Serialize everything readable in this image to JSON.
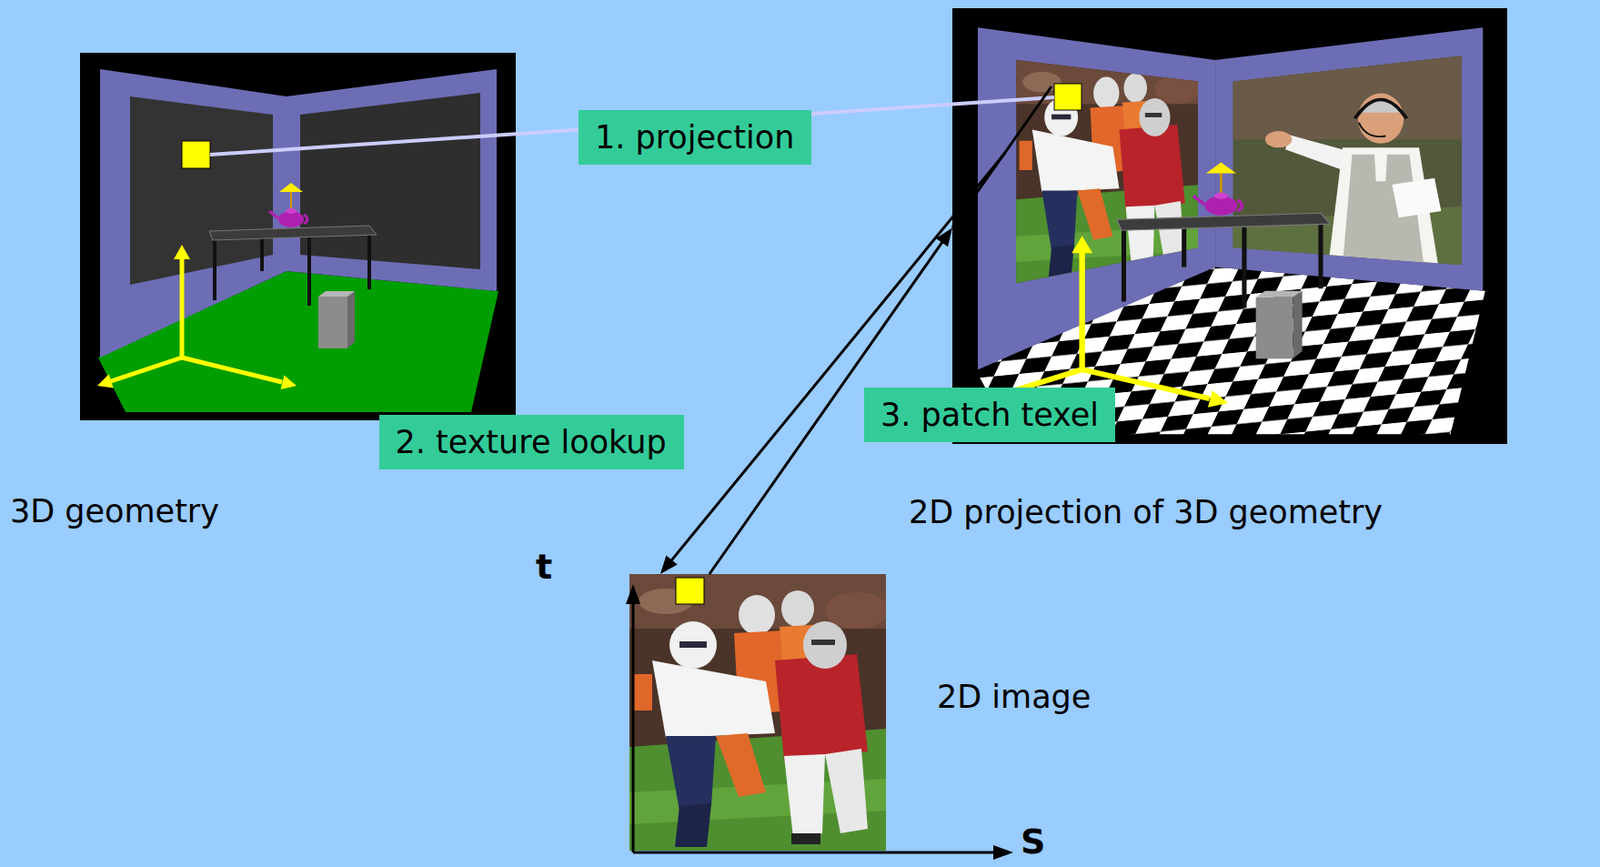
{
  "diagram": {
    "nodes": [
      {
        "text": [
          "3D geometry"
        ]
      },
      {
        "text": [
          "1. projection"
        ]
      },
      {
        "text": [
          "2D projection of 3D geometry"
        ]
      },
      {
        "text": [
          "3. patch texel"
        ]
      },
      {
        "text": [
          "2. texture lookup"
        ]
      },
      {
        "text": [
          "2D image"
        ]
      }
    ],
    "edges": [
      {
        "from": 0,
        "to": 2,
        "arrow": "none"
      },
      {
        "from": 2,
        "to": 5,
        "arrow": "to"
      },
      {
        "from": 5,
        "to": 2,
        "arrow": "to"
      }
    ],
    "labels": [
      "t",
      "S"
    ]
  }
}
